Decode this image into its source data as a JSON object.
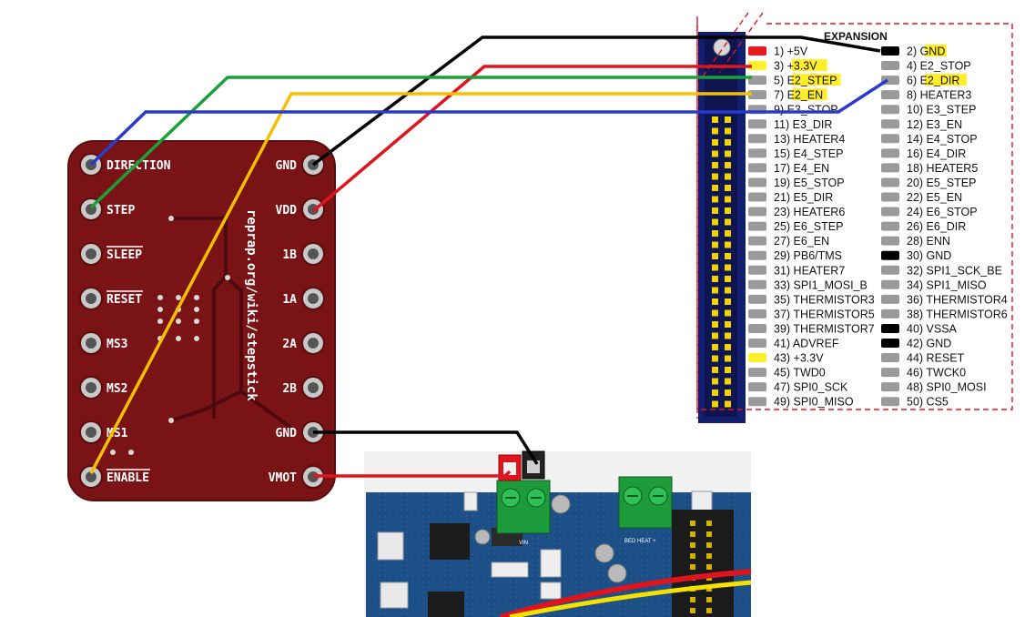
{
  "colors": {
    "pcb": "#7a1315",
    "pcb_edge": "#5a0d0f",
    "wire_black": "#000000",
    "wire_red": "#e0141c",
    "wire_green": "#1aa13a",
    "wire_yellow": "#f6c000",
    "wire_blue": "#2a3bcc",
    "dashed_red": "#e0141c",
    "highlight_yellow": "#ffef2a",
    "header_blue": "#121e6e"
  },
  "stepstick": {
    "left_pins": [
      "DIRECTION",
      "STEP",
      "SLEEP",
      "RESET",
      "MS3",
      "MS2",
      "MS1",
      "ENABLE"
    ],
    "right_pins": [
      "GND",
      "VDD",
      "1B",
      "1A",
      "2A",
      "2B",
      "GND",
      "VMOT"
    ],
    "url_text": "reprap.org/wiki/stepstick"
  },
  "expansion": {
    "title": "EXPANSION",
    "left": [
      {
        "label": "1) +5V",
        "marker": "red",
        "hl": false
      },
      {
        "label": "3) +3.3V",
        "marker": "yellow",
        "hl": true
      },
      {
        "label": "5) E2_STEP",
        "marker": "gray",
        "hl": true
      },
      {
        "label": "7) E2_EN",
        "marker": "gray",
        "hl": true
      },
      {
        "label": "9) E3_STOP",
        "marker": "gray",
        "hl": false
      },
      {
        "label": "11) E3_DIR",
        "marker": "gray",
        "hl": false
      },
      {
        "label": "13) HEATER4",
        "marker": "gray",
        "hl": false
      },
      {
        "label": "15) E4_STEP",
        "marker": "gray",
        "hl": false
      },
      {
        "label": "17) E4_EN",
        "marker": "gray",
        "hl": false
      },
      {
        "label": "19) E5_STOP",
        "marker": "gray",
        "hl": false
      },
      {
        "label": "21) E5_DIR",
        "marker": "gray",
        "hl": false
      },
      {
        "label": "23) HEATER6",
        "marker": "gray",
        "hl": false
      },
      {
        "label": "25) E6_STEP",
        "marker": "gray",
        "hl": false
      },
      {
        "label": "27) E6_EN",
        "marker": "gray",
        "hl": false
      },
      {
        "label": "29) PB6/TMS",
        "marker": "gray",
        "hl": false
      },
      {
        "label": "31) HEATER7",
        "marker": "gray",
        "hl": false
      },
      {
        "label": "33) SPI1_MOSI_B",
        "marker": "gray",
        "hl": false
      },
      {
        "label": "35) THERMISTOR3",
        "marker": "gray",
        "hl": false
      },
      {
        "label": "37) THERMISTOR5",
        "marker": "gray",
        "hl": false
      },
      {
        "label": "39) THERMISTOR7",
        "marker": "gray",
        "hl": false
      },
      {
        "label": "41) ADVREF",
        "marker": "gray",
        "hl": false
      },
      {
        "label": "43) +3.3V",
        "marker": "yellow",
        "hl": false
      },
      {
        "label": "45) TWD0",
        "marker": "gray",
        "hl": false
      },
      {
        "label": "47) SPI0_SCK",
        "marker": "gray",
        "hl": false
      },
      {
        "label": "49) SPI0_MISO",
        "marker": "gray",
        "hl": false
      }
    ],
    "right": [
      {
        "label": "2) GND",
        "marker": "black",
        "hl": true
      },
      {
        "label": "4) E2_STOP",
        "marker": "gray",
        "hl": false
      },
      {
        "label": "6) E2_DIR",
        "marker": "gray",
        "hl": true
      },
      {
        "label": "8) HEATER3",
        "marker": "gray",
        "hl": false
      },
      {
        "label": "10) E3_STEP",
        "marker": "gray",
        "hl": false
      },
      {
        "label": "12) E3_EN",
        "marker": "gray",
        "hl": false
      },
      {
        "label": "14) E4_STOP",
        "marker": "gray",
        "hl": false
      },
      {
        "label": "16) E4_DIR",
        "marker": "gray",
        "hl": false
      },
      {
        "label": "18) HEATER5",
        "marker": "gray",
        "hl": false
      },
      {
        "label": "20) E5_STEP",
        "marker": "gray",
        "hl": false
      },
      {
        "label": "22) E5_EN",
        "marker": "gray",
        "hl": false
      },
      {
        "label": "24) E6_STOP",
        "marker": "gray",
        "hl": false
      },
      {
        "label": "26) E6_DIR",
        "marker": "gray",
        "hl": false
      },
      {
        "label": "28) ENN",
        "marker": "gray",
        "hl": false
      },
      {
        "label": "30) GND",
        "marker": "black",
        "hl": false
      },
      {
        "label": "32) SPI1_SCK_BE",
        "marker": "gray",
        "hl": false
      },
      {
        "label": "34) SPI1_MISO",
        "marker": "gray",
        "hl": false
      },
      {
        "label": "36) THERMISTOR4",
        "marker": "gray",
        "hl": false
      },
      {
        "label": "38) THERMISTOR6",
        "marker": "gray",
        "hl": false
      },
      {
        "label": "40) VSSA",
        "marker": "black",
        "hl": false
      },
      {
        "label": "42) GND",
        "marker": "black",
        "hl": false
      },
      {
        "label": "44) RESET",
        "marker": "gray",
        "hl": false
      },
      {
        "label": "46) TWCK0",
        "marker": "gray",
        "hl": false
      },
      {
        "label": "48) SPI0_MOSI",
        "marker": "gray",
        "hl": false
      },
      {
        "label": "50) CS5",
        "marker": "gray",
        "hl": false
      }
    ]
  },
  "board": {
    "terminal_left_label": "VIN",
    "terminal_right_label": "BED HEAT +"
  }
}
